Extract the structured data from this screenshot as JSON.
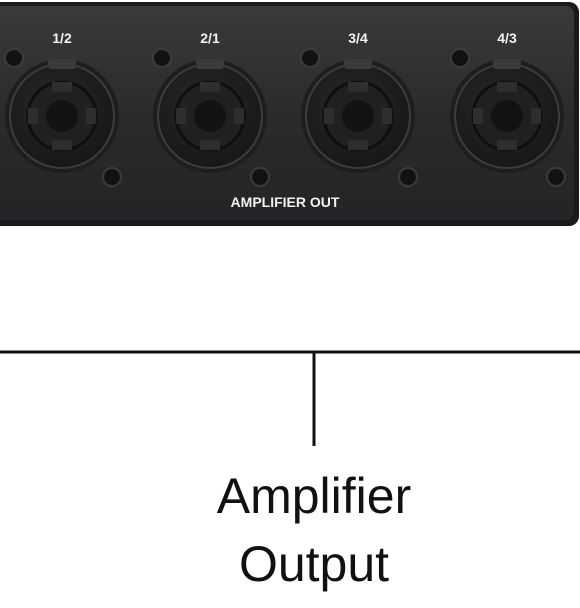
{
  "panel": {
    "ports": [
      {
        "label": "1/2"
      },
      {
        "label": "2/1"
      },
      {
        "label": "3/4"
      },
      {
        "label": "4/3"
      }
    ],
    "section_label": "AMPLIFIER OUT"
  },
  "callout": {
    "line1": "Amplifier",
    "line2": "Output"
  },
  "colors": {
    "panel": "#2b2b2d",
    "panel_edge": "#1a1a1b",
    "connector": "#19191a",
    "panel_text": "#f2f2f2",
    "line": "#111111"
  }
}
